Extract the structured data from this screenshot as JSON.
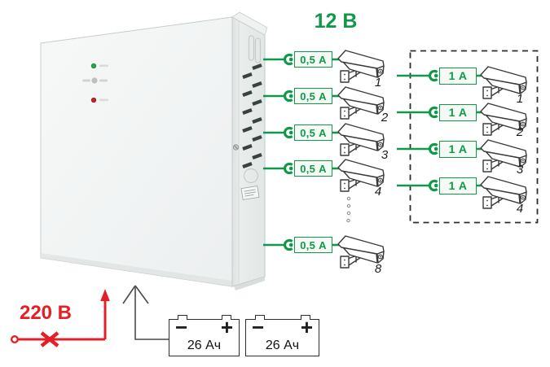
{
  "diagram": {
    "output_voltage_label": "12 В",
    "mains_label": "220 В",
    "colors": {
      "accent_green": "#12984a",
      "mains_red": "#e42026"
    },
    "icons": {
      "plug_connector": "plug-connector-icon",
      "camera": "cctv-camera-icon",
      "power_led": "green-led",
      "fault_led": "red-led"
    },
    "left_column": {
      "rows": [
        {
          "fuse": "0,5 А",
          "num": "1"
        },
        {
          "fuse": "0,5 А",
          "num": "2"
        },
        {
          "fuse": "0,5 А",
          "num": "3"
        },
        {
          "fuse": "0,5 А",
          "num": "4"
        },
        {
          "fuse": "0,5 А",
          "num": "8"
        }
      ]
    },
    "right_column": {
      "rows": [
        {
          "fuse": "1 А",
          "num": "1"
        },
        {
          "fuse": "1 А",
          "num": "2"
        },
        {
          "fuse": "1 А",
          "num": "3"
        },
        {
          "fuse": "1 А",
          "num": "4"
        }
      ]
    },
    "batteries": [
      {
        "minus": "−",
        "plus": "+",
        "label": "26 Ач"
      },
      {
        "minus": "−",
        "plus": "+",
        "label": "26 Ач"
      }
    ]
  }
}
